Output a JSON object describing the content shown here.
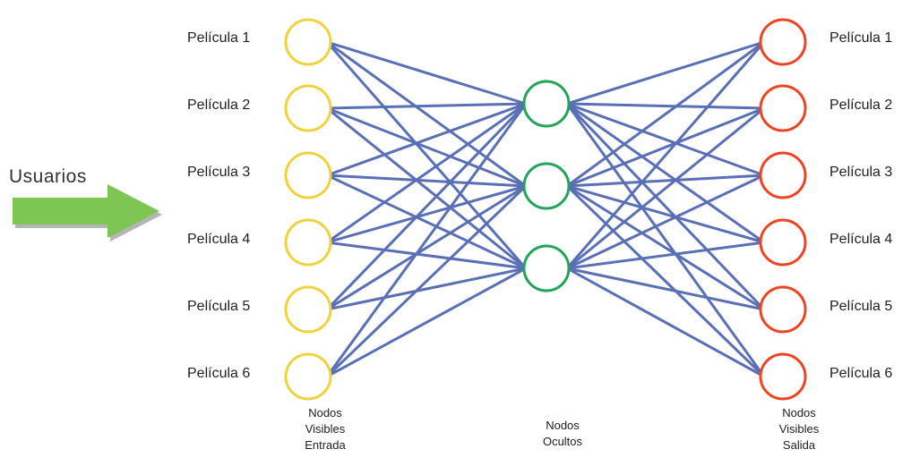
{
  "users_label": "Usuarios",
  "input_layer": {
    "labels": [
      "Película 1",
      "Película 2",
      "Película 3",
      "Película 4",
      "Película 5",
      "Película 6"
    ],
    "caption": [
      "Nodos",
      "Visibles",
      "Entrada"
    ],
    "color": "#f0d23c"
  },
  "hidden_layer": {
    "count": 3,
    "caption": [
      "Nodos",
      "Ocultos"
    ],
    "color": "#20a55a"
  },
  "output_layer": {
    "labels": [
      "Película 1",
      "Película 2",
      "Película 3",
      "Película 4",
      "Película 5",
      "Película 6"
    ],
    "caption": [
      "Nodos",
      "Visibles",
      "Salida"
    ],
    "color": "#ee4422"
  },
  "edge_color": "#5a6fb5",
  "arrow_color": "#7ec653"
}
